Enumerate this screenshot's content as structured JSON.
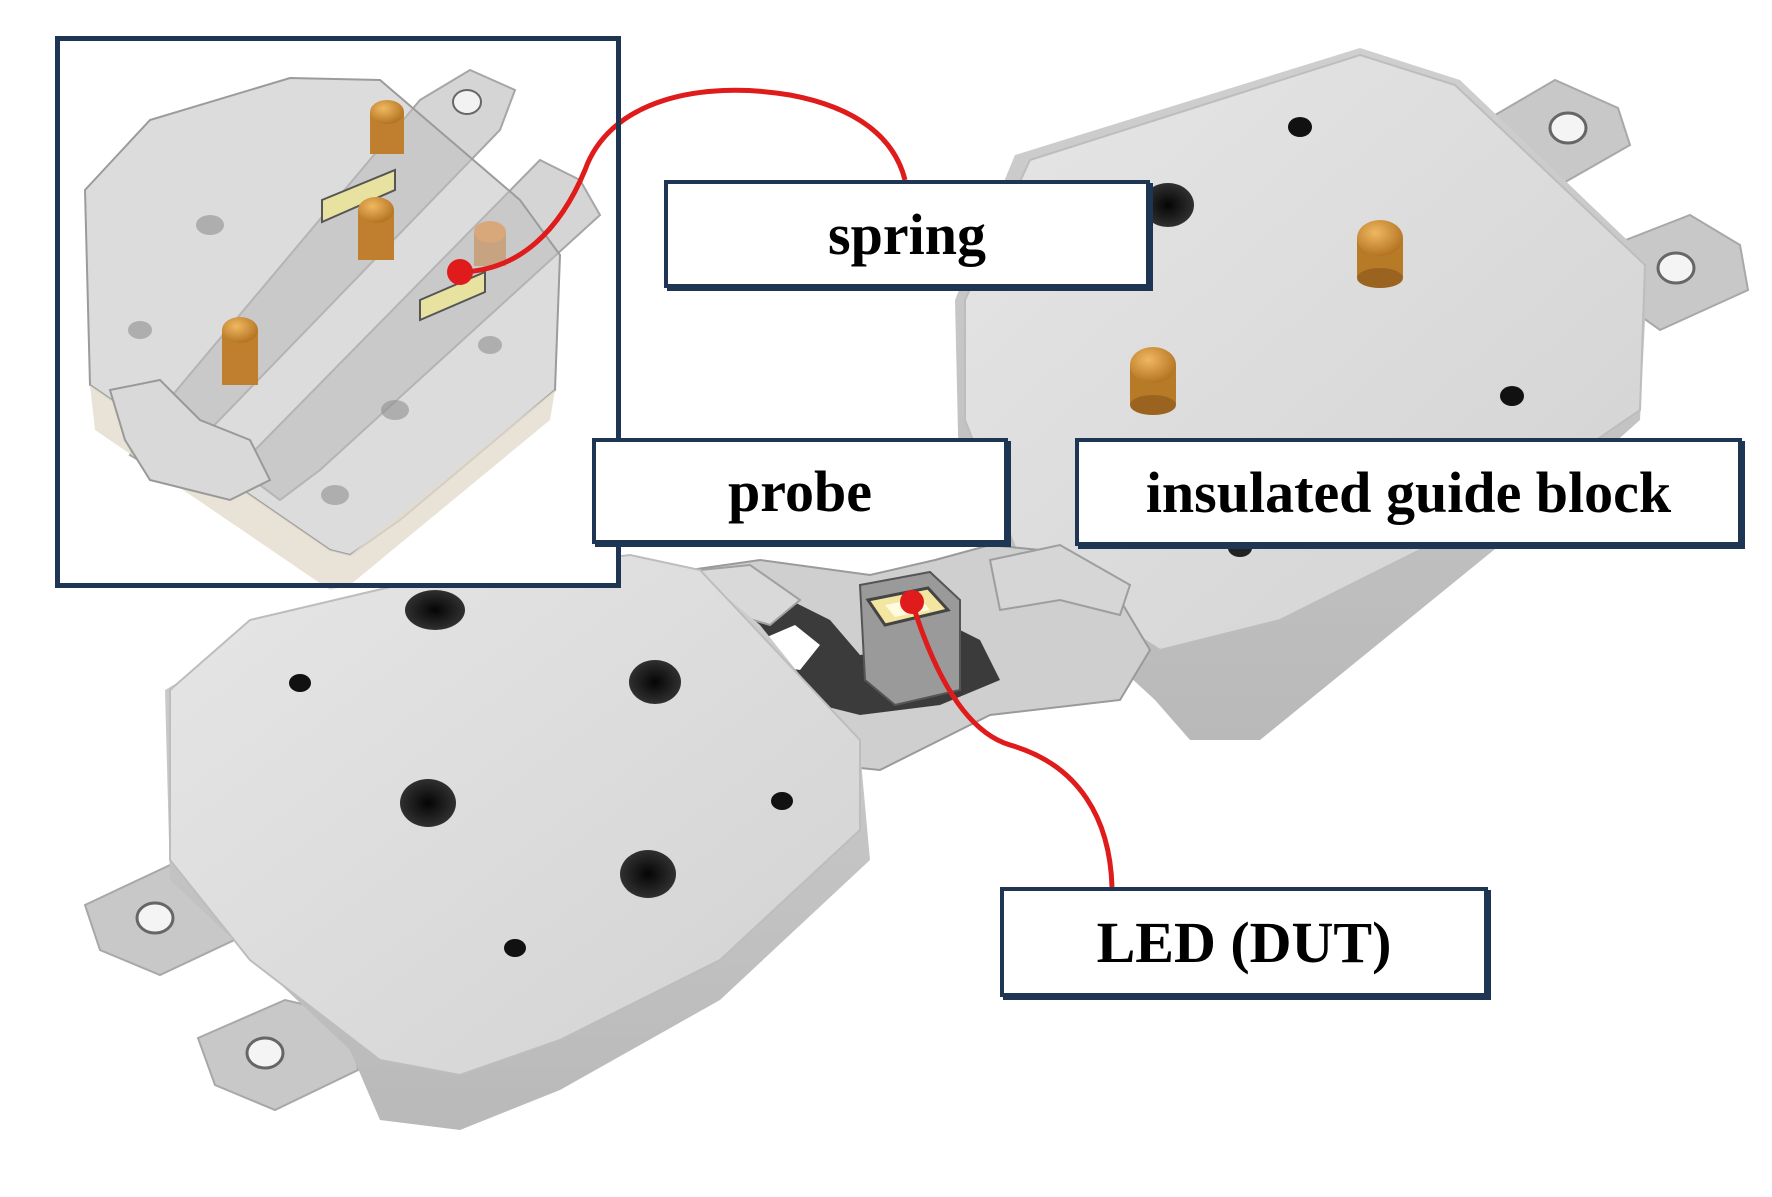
{
  "figure": {
    "labels": {
      "spring": "spring",
      "probe": "probe",
      "guide_block": "insulated guide block",
      "led": "LED (DUT)"
    },
    "colors": {
      "frame": "#1f3554",
      "leader": "#e01b1b",
      "block_top": "#dcdcdc",
      "block_side": "#c4c4c4",
      "probe_pin": "#c98a2e",
      "led_lens": "#f2e6a0"
    }
  }
}
